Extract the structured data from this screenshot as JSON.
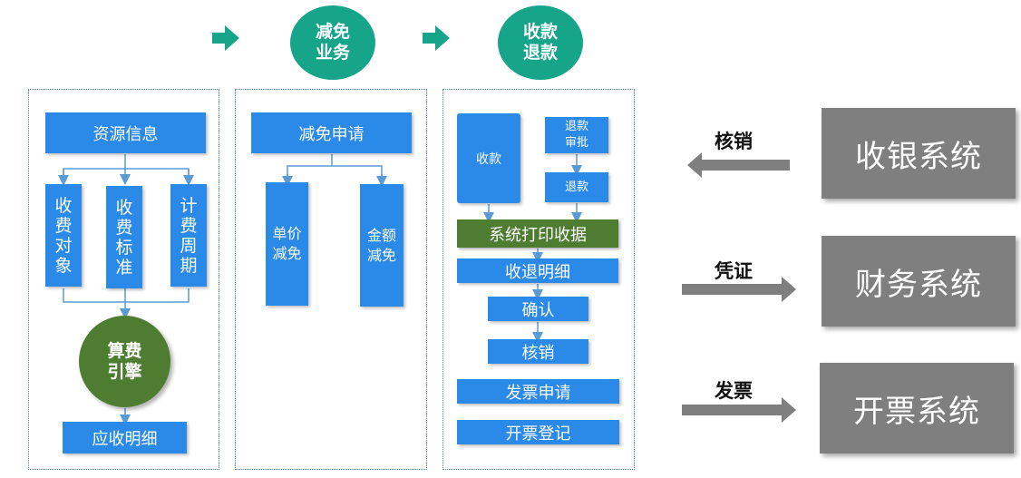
{
  "steps": {
    "reduction": "减免\n业务",
    "refund": "收款\n退款"
  },
  "panel1": {
    "resource_info": "资源信息",
    "fee_object": [
      "收",
      "费",
      "对",
      "象"
    ],
    "fee_standard": [
      "收",
      "费",
      "标",
      "准"
    ],
    "billing_cycle": [
      "计",
      "费",
      "周",
      "期"
    ],
    "engine": "算费\n引擎",
    "receivable_detail": "应收明细"
  },
  "panel2": {
    "apply": "减免申请",
    "unit_price": [
      "单价",
      "减免"
    ],
    "amount": [
      "金额",
      "减免"
    ]
  },
  "panel3": {
    "collect": "收款",
    "refund_approval": [
      "退款",
      "审批"
    ],
    "refund": "退款",
    "print_receipt": "系统打印收据",
    "detail": "收退明细",
    "confirm": "确认",
    "writeoff": "核销",
    "invoice_apply": "发票申请",
    "invoice_register": "开票登记"
  },
  "systems": {
    "cashier": "收银系统",
    "finance": "财务系统",
    "invoicing": "开票系统"
  },
  "arrows": {
    "writeoff": "核销",
    "voucher": "凭证",
    "invoice": "发票"
  },
  "colors": {
    "blue": "#2b8ae8",
    "teal": "#17a58a",
    "olive": "#4e7d31",
    "gray": "#7f7f7f"
  }
}
